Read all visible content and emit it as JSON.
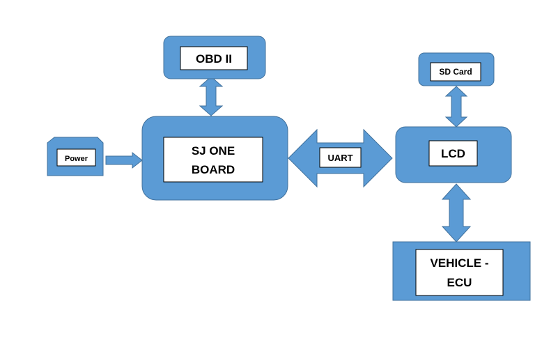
{
  "colors": {
    "block_fill": "#5b9bd5",
    "block_stroke": "#41719c",
    "label_box": "#ffffff",
    "text": "#000000"
  },
  "blocks": {
    "obd": {
      "label": "OBD II"
    },
    "sjone": {
      "label_line1": "SJ ONE",
      "label_line2": "BOARD"
    },
    "power": {
      "label": "Power"
    },
    "sdcard": {
      "label": "SD Card"
    },
    "lcd": {
      "label": "LCD"
    },
    "ecu": {
      "label_line1": "VEHICLE -",
      "label_line2": "ECU"
    }
  },
  "arrows": {
    "uart": {
      "label": "UART"
    }
  }
}
